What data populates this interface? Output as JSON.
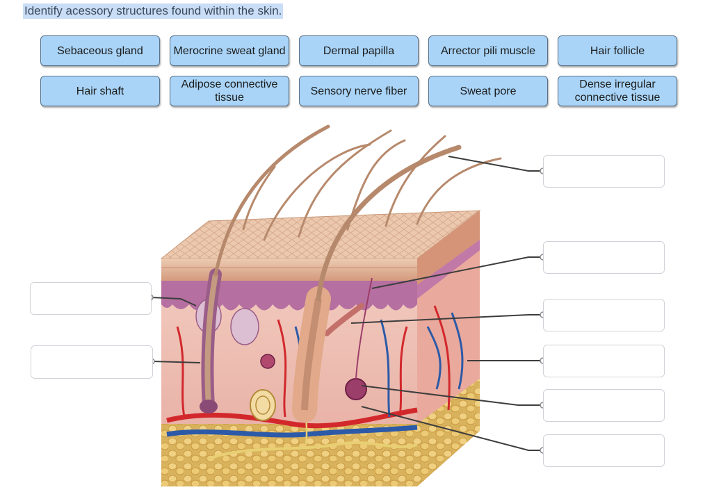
{
  "prompt": "Identify acessory structures found within the skin.",
  "labels": [
    "Sebaceous gland",
    "Merocrine sweat gland",
    "Dermal papilla",
    "Arrector pili muscle",
    "Hair follicle",
    "Hair shaft",
    "Adipose connective tissue",
    "Sensory nerve fiber",
    "Sweat pore",
    "Dense irregular connective tissue"
  ],
  "drop_targets": [
    "",
    "",
    "",
    "",
    "",
    "",
    "",
    ""
  ],
  "figure": {
    "subject": "skin cross-section illustration",
    "colors": {
      "epidermis": "#e3b89c",
      "dermis": "#f0c3b8",
      "papillary": "#b56fa0",
      "hypodermis": "#e6c77a",
      "hair": "#b7896c",
      "artery": "#d2282c",
      "vein": "#2c5aa8",
      "nerve": "#e8cf73"
    }
  }
}
